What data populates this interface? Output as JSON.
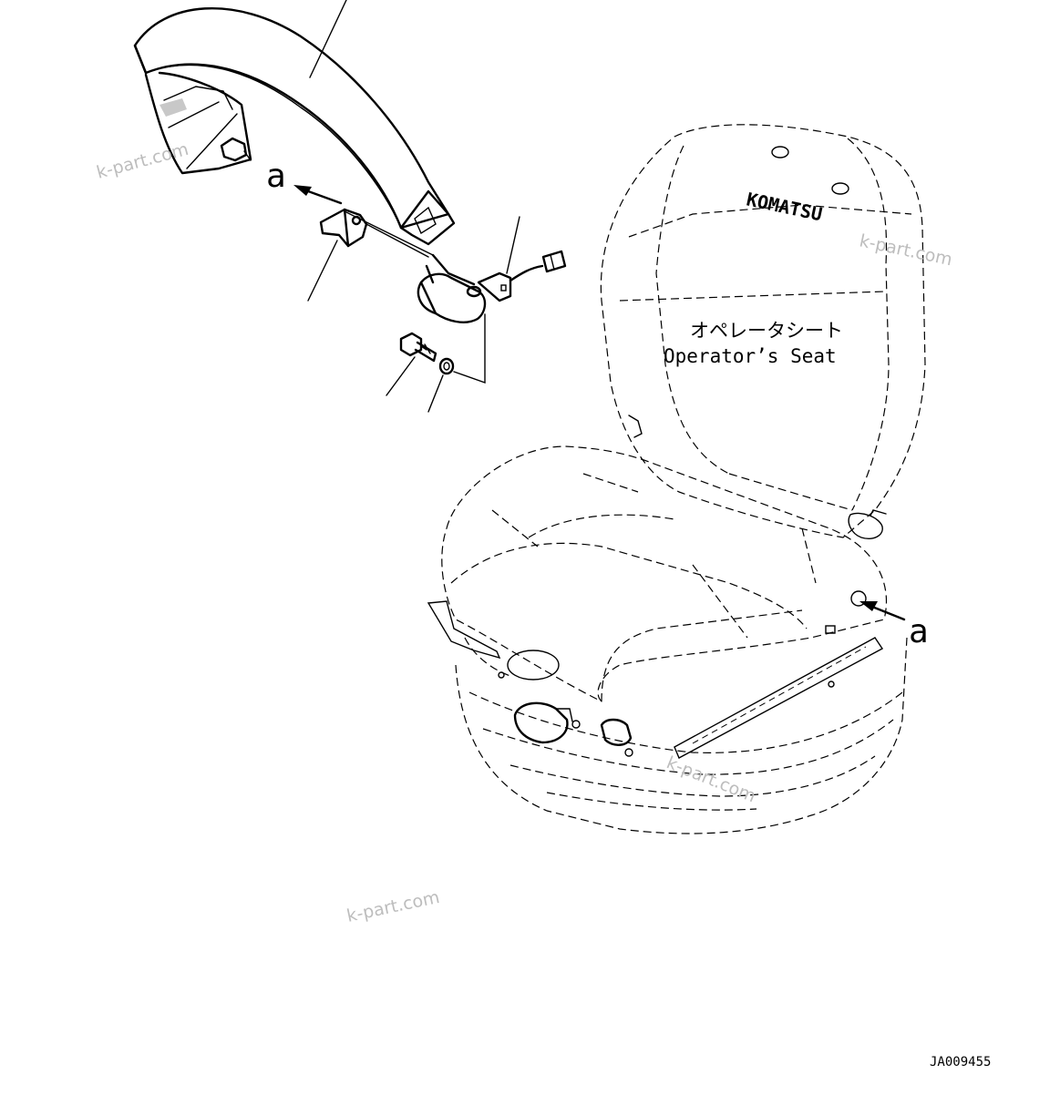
{
  "diagram": {
    "seat_label_jp": "オペレータシート",
    "seat_label_en": "Operator’s Seat",
    "callout_letter_left": "a",
    "callout_letter_right": "a",
    "seat_brand_mark": "KOMATSU",
    "drawing_number": "JA009455"
  },
  "watermarks": [
    "k-part.com",
    "k-part.com",
    "k-part.com",
    "k-part.com"
  ]
}
